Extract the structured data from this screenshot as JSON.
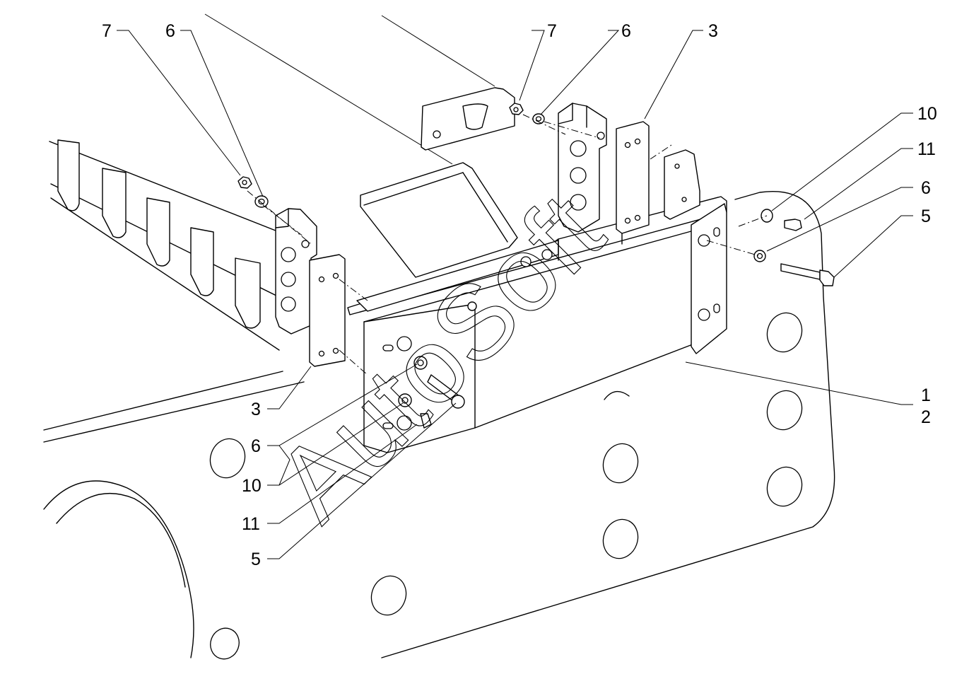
{
  "header": {
    "tiny_mark": ""
  },
  "watermark": {
    "text": "AutoSoft"
  },
  "callouts": {
    "top_left_7": "7",
    "top_left_6": "6",
    "top_mid_7": "7",
    "top_mid_6": "6",
    "top_right_3": "3",
    "right_10": "10",
    "right_11": "11",
    "right_6": "6",
    "right_5": "5",
    "right_1": "1",
    "right_2": "2",
    "left_3": "3",
    "left_6": "6",
    "left_10": "10",
    "left_11": "11",
    "left_5": "5"
  }
}
